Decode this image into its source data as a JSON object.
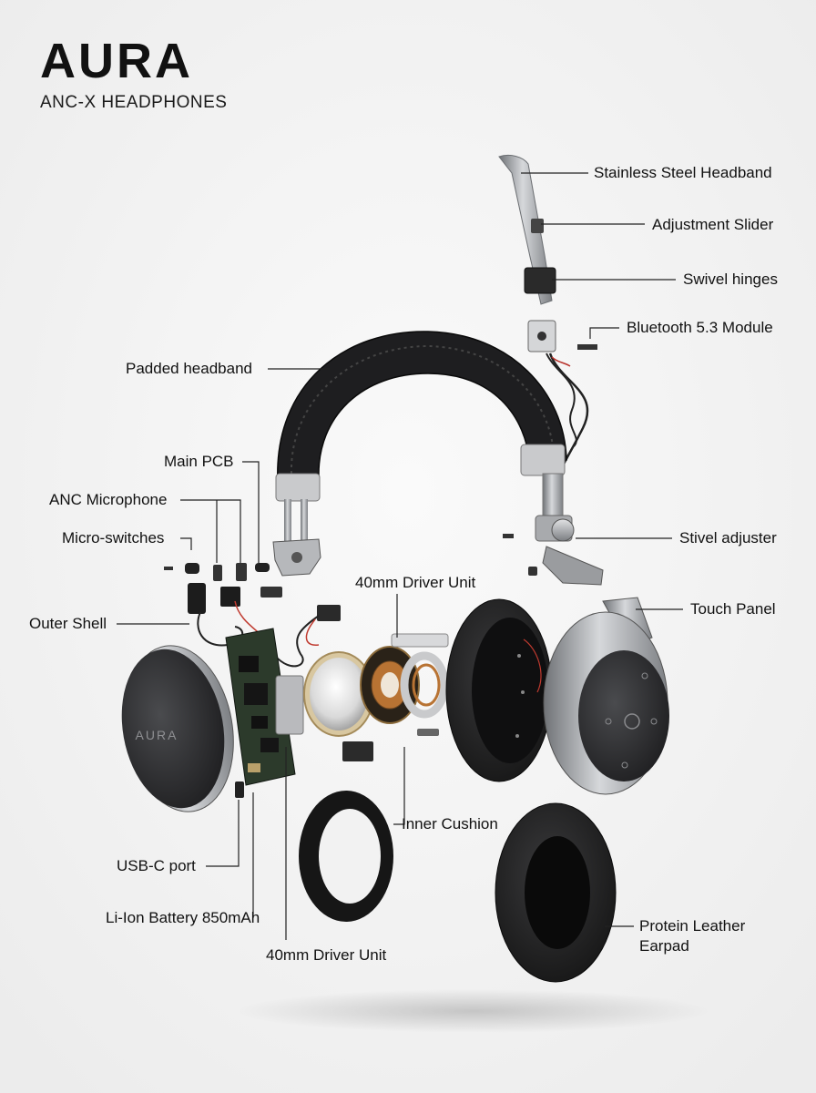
{
  "brand": {
    "name": "AURA",
    "subtitle": "ANC-X HEADPHONES",
    "earcup_logo": "AURA"
  },
  "colors": {
    "background": "#f2f2f2",
    "shell_dark": "#2b2b2d",
    "metal": "#a9acb0",
    "leader": "#222222",
    "pcb": "#2f3b2d",
    "copper": "#b87333"
  },
  "labels": {
    "stainless_steel_headband": "Stainless Steel Headband",
    "adjustment_slider": "Adjustment Slider",
    "swivel_hinges": "Swivel hinges",
    "bluetooth_module": "Bluetooth 5.3 Module",
    "padded_headband": "Padded headband",
    "main_pcb": "Main PCB",
    "anc_microphone": "ANC Microphone",
    "micro_switches": "Micro-switches",
    "stivel_adjuster": "Stivel adjuster",
    "driver_unit_top": "40mm Driver Unit",
    "touch_panel": "Touch Panel",
    "outer_shell": "Outer Shell",
    "inner_cushion": "Inner Cushion",
    "usb_c_port": "USB-C port",
    "battery": "Li-Ion Battery 850mAh",
    "driver_unit_bottom": "40mm Driver Unit",
    "earpad_line1": "Protein Leather",
    "earpad_line2": "Earpad"
  }
}
